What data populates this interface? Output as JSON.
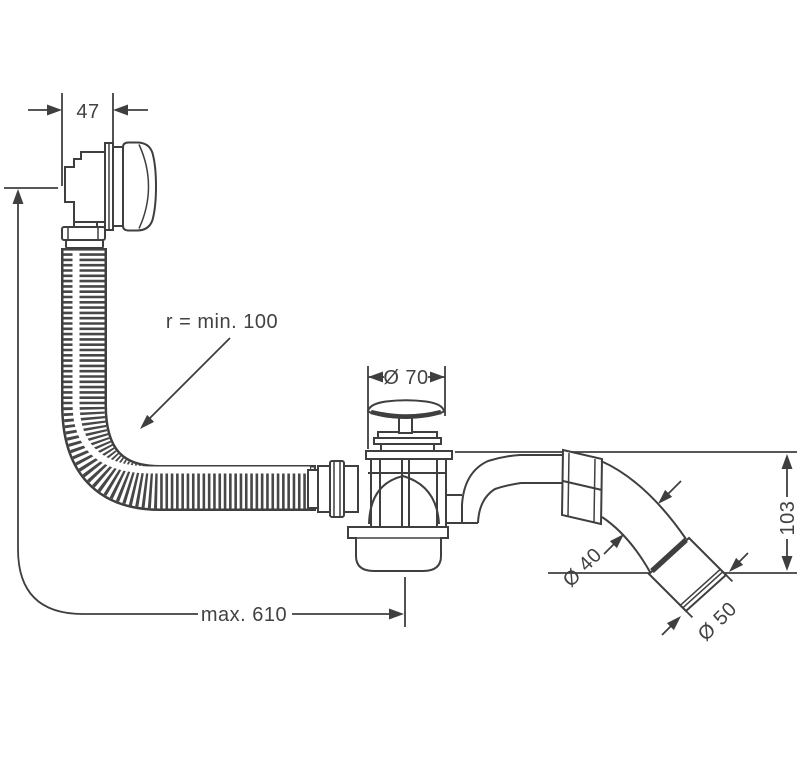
{
  "figure": {
    "type": "technical line drawing",
    "subject": "bathtub waste and overflow set with flexible corrugated hose, waste plug and 45-degree outlet pipe",
    "line_color": "#3f3f3f",
    "background_color": "#ffffff"
  },
  "dimensions": {
    "overflow_depth": "47",
    "bend_radius": "r = min. 100",
    "plug_diameter": "Ø 70",
    "max_length": "max. 610",
    "outlet_height": "103",
    "pipe_diameter": "Ø 40",
    "outlet_diameter": "Ø 50"
  }
}
